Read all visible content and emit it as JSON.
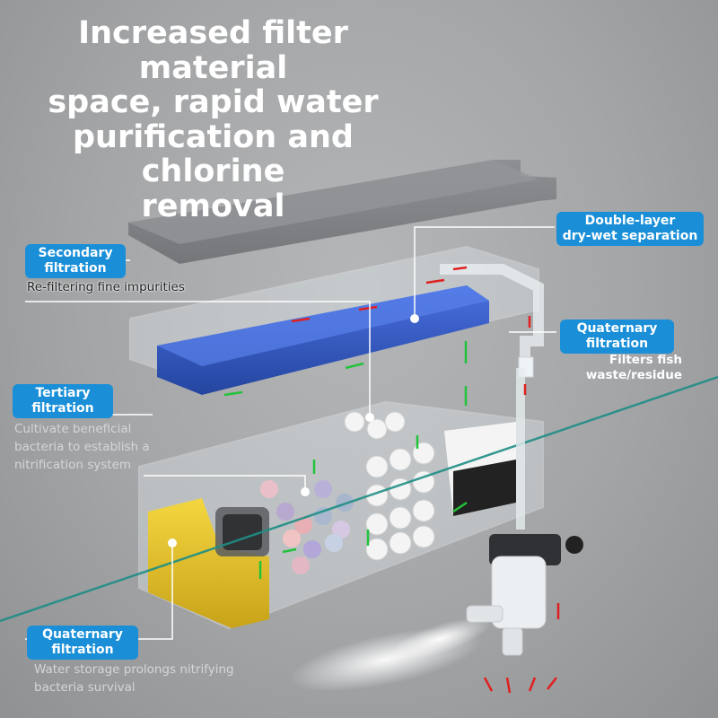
{
  "title_lines": [
    "Increased filter material",
    "space, rapid water",
    "purification and chlorine",
    "removal"
  ],
  "callouts": {
    "double_layer": {
      "label_1": "Double-layer",
      "label_2": "dry-wet separation"
    },
    "secondary": {
      "label_1": "Secondary",
      "label_2": "filtration",
      "desc": "Re-filtering fine impurities"
    },
    "quaternary_top": {
      "label_1": "Quaternary",
      "label_2": "filtration",
      "desc_1": "Filters fish",
      "desc_2": "waste/residue"
    },
    "tertiary": {
      "label_1": "Tertiary",
      "label_2": "filtration",
      "desc_1": "Cultivate beneficial",
      "desc_2": "bacteria to establish a",
      "desc_3": "nitrification system"
    },
    "quaternary_bottom": {
      "label_1": "Quaternary",
      "label_2": "filtration",
      "desc_1": "Water storage prolongs nitrifying",
      "desc_2": "bacteria survival"
    }
  },
  "colors": {
    "badge": "#1a8fd8",
    "sponge": "#2f56c8",
    "flow_arrow_green": "#22c23a",
    "flow_arrow_red": "#e02020",
    "yellow_media": "#e8c22a",
    "water_line": "#1f8e86"
  }
}
